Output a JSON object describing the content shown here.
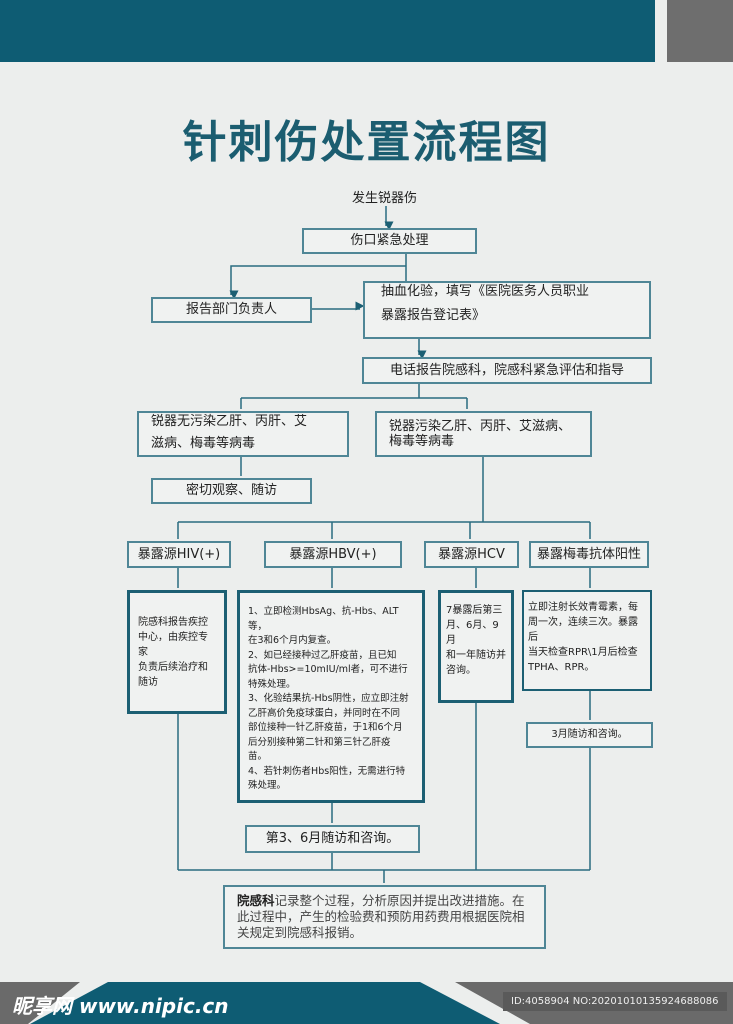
{
  "title": "针刺伤处置流程图",
  "start": "发生锐器伤",
  "steps": {
    "wound": "伤口紧急处理",
    "report_dept": "报告部门负责人",
    "blood_test": [
      "抽血化验，填写《医院医务人员职业",
      "暴露报告登记表》"
    ],
    "phone": "电话报告院感科，院感科紧急评估和指导",
    "no_contam": [
      "锐器无污染乙肝、丙肝、艾",
      "滋病、梅毒等病毒"
    ],
    "contam": [
      "锐器污染乙肝、丙肝、艾滋病、",
      "梅毒等病毒"
    ],
    "observe": "密切观察、随访"
  },
  "sources": [
    {
      "label": "暴露源HIV(+)",
      "detail": [
        "院感科报告疾控",
        "中心，由疾控专家",
        "负责后续治疗和",
        "随访"
      ]
    },
    {
      "label": "暴露源HBV(+)",
      "detail": [
        "1、立即检测HbsAg、抗-Hbs、ALT等，",
        "在3和6个月内复查。",
        "2、如已经接种过乙肝疫苗，且已知",
        "抗体-Hbs>=10mIU/ml者，可不进行",
        "特殊处理。",
        "3、化验结果抗-Hbs阴性，应立即注射",
        "乙肝高价免疫球蛋白，并同时在不同",
        "部位接种一针乙肝疫苗，于1和6个月",
        "后分别接种第二针和第三针乙肝疫",
        "苗。",
        "4、若针刺伤者Hbs阳性，无需进行特",
        "殊处理。"
      ],
      "followup": "第3、6月随访和咨询。"
    },
    {
      "label": "暴露源HCV",
      "detail": [
        "7暴露后第三",
        "月、6月、9月",
        "和一年随访并",
        "咨询。"
      ]
    },
    {
      "label": "暴露梅毒抗体阳性",
      "detail": [
        "立即注射长效青霉素，每",
        "周一次，连续三次。暴露后",
        "当天检查RPR\\1月后检查",
        "TPHA、RPR。"
      ],
      "followup": "3月随访和咨询。"
    }
  ],
  "final": {
    "bold": "院感科",
    "text": "记录整个过程，分析原因并提出改进措施。在此过程中，产生的检验费和预防用药费用根据医院相关规定到院感科报销。"
  },
  "footer": {
    "watermark": "昵享网 www.nipic.cn",
    "id": "ID:4058904 NO:20201010135924688086"
  }
}
